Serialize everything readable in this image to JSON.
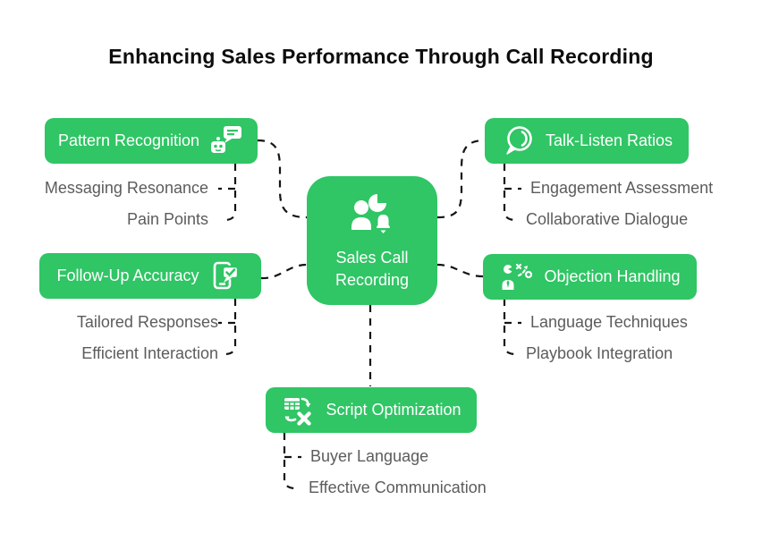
{
  "title": "Enhancing Sales Performance Through Call Recording",
  "colors": {
    "node": "#30C565",
    "node_text": "#FFFFFF",
    "leaf_text": "#5C5C5C",
    "connector": "#141414",
    "title": "#0D0D0D",
    "background": "#FFFFFF"
  },
  "center": {
    "label": "Sales Call Recording",
    "icon": "person-chart-bell-icon"
  },
  "branches": [
    {
      "id": "pattern-recognition",
      "label": "Pattern Recognition",
      "icon": "chatbot-message-icon",
      "children": [
        "Messaging Resonance",
        "Pain Points"
      ]
    },
    {
      "id": "talk-listen-ratios",
      "label": "Talk-Listen Ratios",
      "icon": "speech-bubble-icon",
      "children": [
        "Engagement Assessment",
        "Collaborative Dialogue"
      ]
    },
    {
      "id": "follow-up-accuracy",
      "label": "Follow-Up Accuracy",
      "icon": "phone-message-check-icon",
      "children": [
        "Tailored Responses",
        "Efficient Interaction"
      ]
    },
    {
      "id": "objection-handling",
      "label": "Objection Handling",
      "icon": "person-strategy-icon",
      "children": [
        "Language Techniques",
        "Playbook Integration"
      ]
    },
    {
      "id": "script-optimization",
      "label": "Script Optimization",
      "icon": "table-transform-icon",
      "children": [
        "Buyer Language",
        "Effective Communication"
      ]
    }
  ]
}
